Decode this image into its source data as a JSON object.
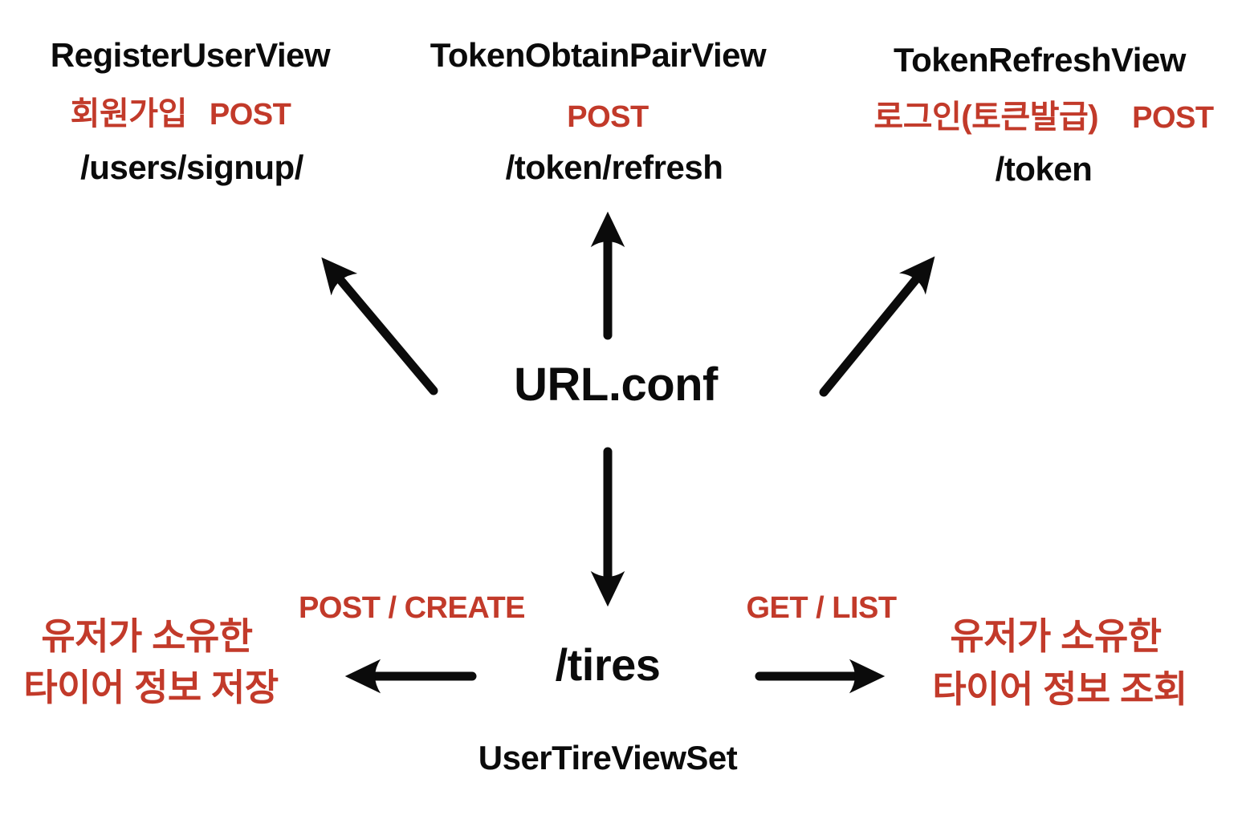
{
  "colors": {
    "accent_red": "#c23a2a",
    "text_black": "#0b0b0b",
    "background": "#ffffff"
  },
  "diagram": {
    "center_node": {
      "label": "URL.conf"
    },
    "top_nodes": [
      {
        "view": "RegisterUserView",
        "annotation_ko": "회원가입",
        "method": "POST",
        "path": "/users/signup/"
      },
      {
        "view": "TokenObtainPairView",
        "method": "POST",
        "path": "/token/refresh"
      },
      {
        "view": "TokenRefreshView",
        "annotation_ko": "로그인(토큰발급)",
        "method": "POST",
        "path": "/token"
      }
    ],
    "bottom_node": {
      "path": "/tires",
      "view": "UserTireViewSet",
      "left_branch": {
        "method": "POST / CREATE",
        "description_line1": "유저가 소유한",
        "description_line2": "타이어 정보 저장"
      },
      "right_branch": {
        "method": "GET / LIST",
        "description_line1": "유저가 소유한",
        "description_line2": "타이어 정보 조회"
      }
    }
  }
}
